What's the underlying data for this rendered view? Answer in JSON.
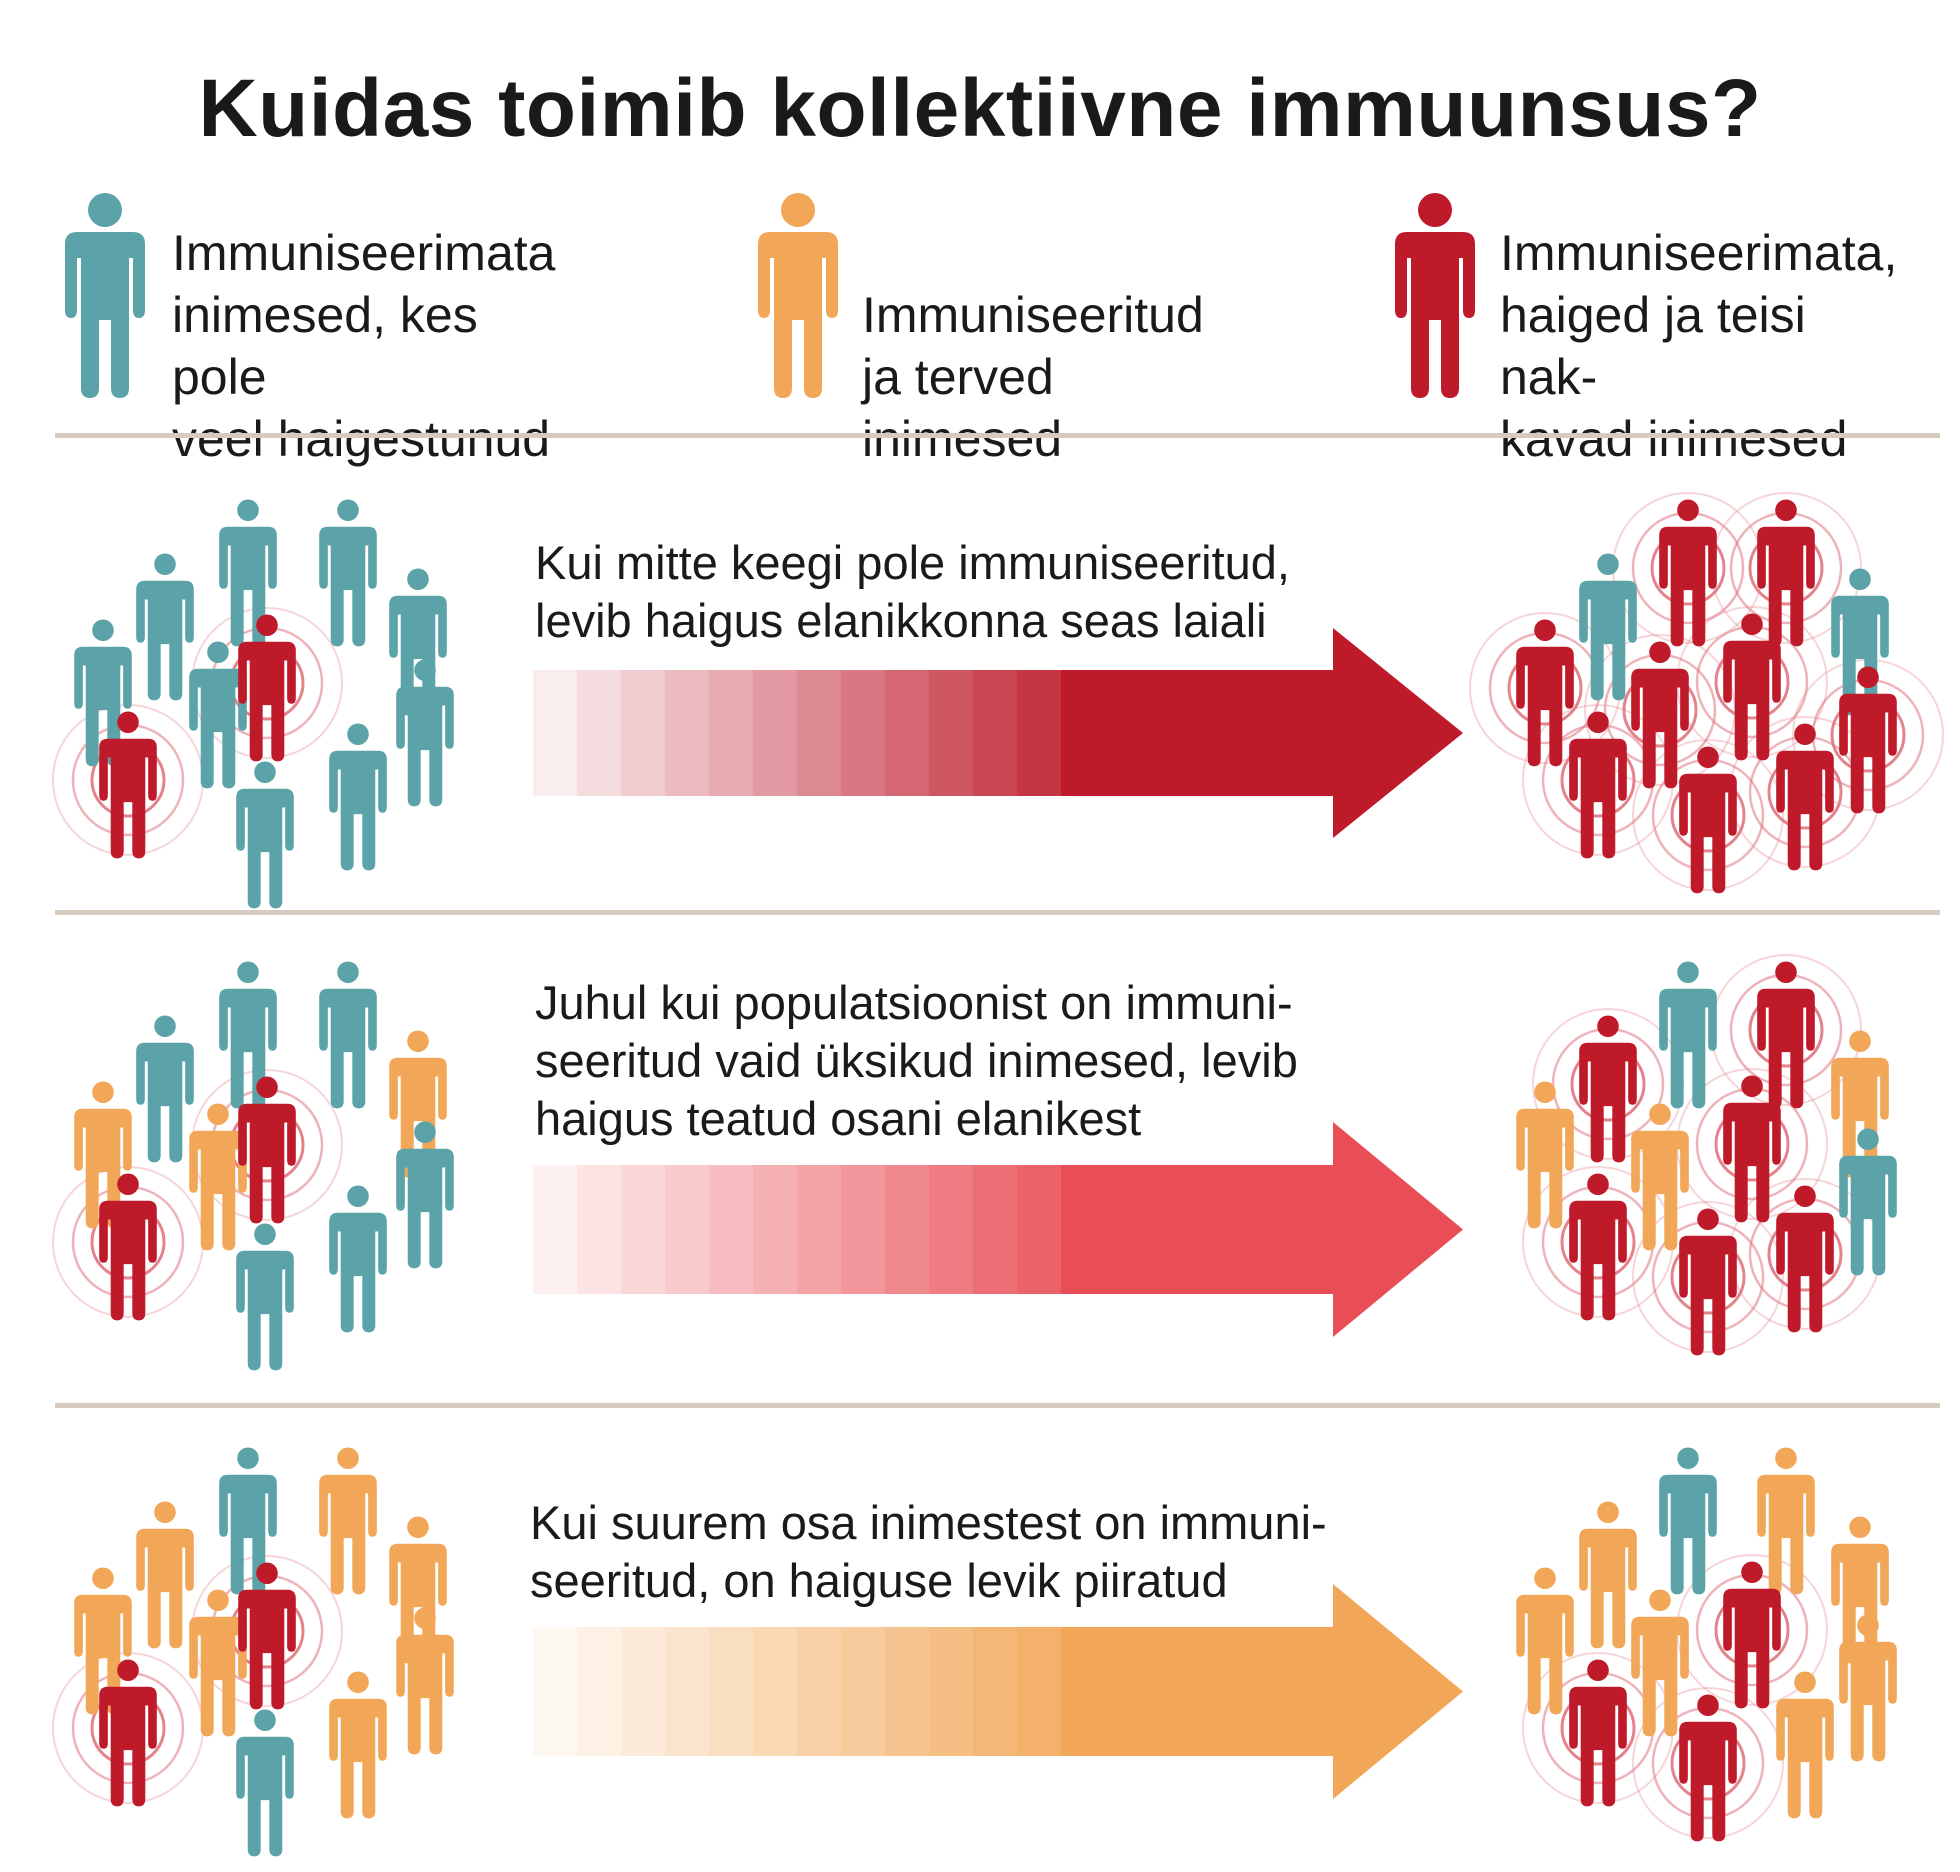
{
  "title": "Kuidas toimib kollektiivne immuunsus?",
  "colors": {
    "unimmunized": "#5ba3a8",
    "immunized": "#f2a657",
    "infected": "#be1a2a",
    "divider": "#d5cbbf",
    "arrow_row1": "#be1a2a",
    "arrow_row2": "#e94d55",
    "arrow_row3": "#f2a657"
  },
  "legend": [
    {
      "icon": "person-icon",
      "color": "#5ba3a8",
      "text": "Immuniseerimata\ninimesed, kes pole\nveel haigestunud"
    },
    {
      "icon": "person-icon",
      "color": "#f2a657",
      "text": "Immuniseeritud\nja terved inimesed"
    },
    {
      "icon": "person-icon",
      "color": "#be1a2a",
      "text": "Immuniseerimata,\nhaiged ja teisi nak-\nkavad inimesed"
    }
  ],
  "rows": [
    {
      "text": "Kui mitte keegi pole immuniseeritud,\nlevib haigus elanikkonna seas laiali"
    },
    {
      "text": "Juhul kui populatsioonist on immuni-\nseeritud vaid üksikud inimesed, levib\nhaigus teatud osani elanikest"
    },
    {
      "text": "Kui suurem osa inimestest on immuni-\nseeritud, on haiguse levik piiratud"
    }
  ]
}
